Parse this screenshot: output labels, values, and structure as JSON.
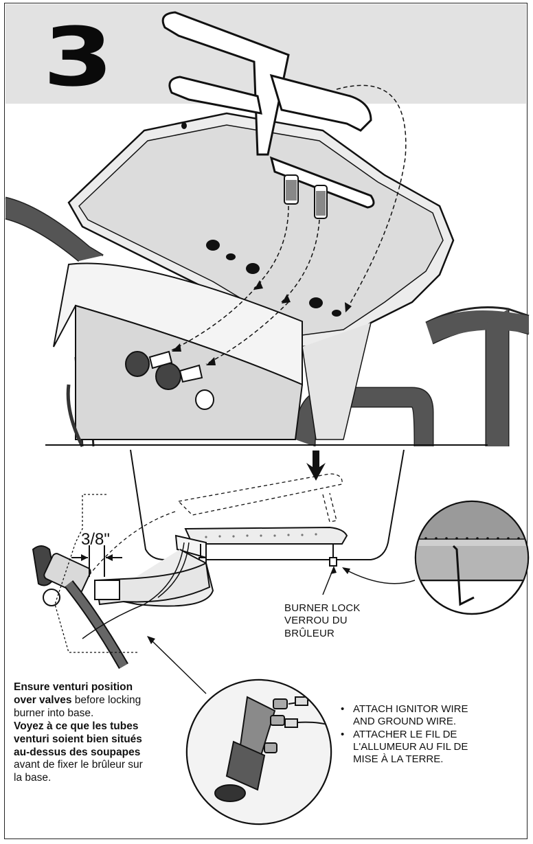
{
  "step": {
    "number": "3"
  },
  "dimension": {
    "label": "3/8\""
  },
  "burner_lock": {
    "lines": [
      "BURNER LOCK",
      "VERROU DU",
      "BRÛLEUR"
    ]
  },
  "venturi_note": {
    "en_bold": "Ensure venturi position",
    "en_bold2": "over valves",
    "en_rest": " before locking",
    "en_line3": "burner into base.",
    "fr_bold1": "Voyez à ce que les tubes",
    "fr_bold2": "venturi soient bien situés",
    "fr_bold3": "au-dessus des soupapes",
    "fr_rest1": "avant de fixer le brûleur sur",
    "fr_rest2": "la base."
  },
  "attach_list": {
    "bullet": "•",
    "item1": [
      "ATTACH IGNITOR WIRE",
      "AND GROUND WIRE."
    ],
    "item2": [
      "ATTACHER LE FIL DE",
      "L'ALLUMEUR AU FIL DE",
      "MISE À LA TERRE."
    ]
  },
  "colors": {
    "header_band": "#e2e2e2",
    "grill_body": "#ececec",
    "frame": "#222222",
    "legs": "#555555"
  }
}
